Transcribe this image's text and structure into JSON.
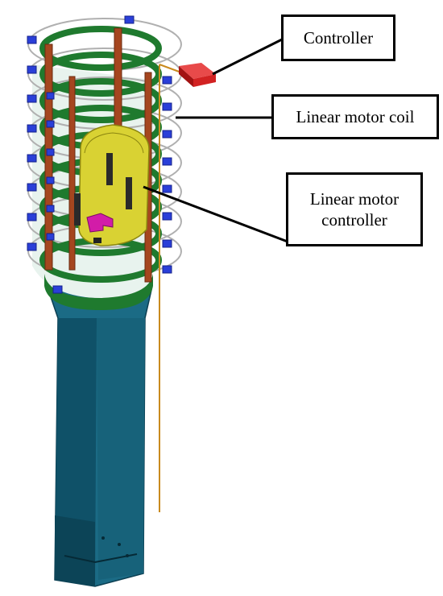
{
  "figure": {
    "labels": {
      "controller": "Controller",
      "linear_motor_coil": "Linear motor coil",
      "linear_motor_controller": "Linear motor controller"
    },
    "colors": {
      "tube": "#1b6b85",
      "tube_dark": "#0e4a5f",
      "coil_ring": "#1f7a2e",
      "coil_wire": "#b8b8b8",
      "connector": "#2a3fd8",
      "rod": "#a5461f",
      "capsule": "#d9d233",
      "controller_block": "#d22222",
      "magenta_part": "#d21ca8",
      "cable": "#c98a1e",
      "label_border": "#000000"
    }
  }
}
